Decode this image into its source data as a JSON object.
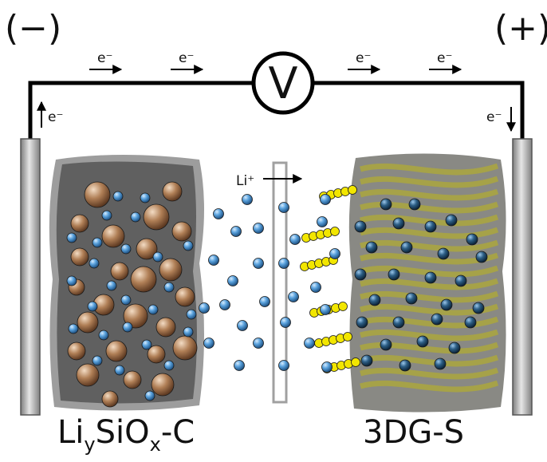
{
  "terminals": {
    "negative": "(−)",
    "positive": "(+)"
  },
  "voltmeter": {
    "label": "V"
  },
  "electron": {
    "label": "e⁻"
  },
  "separator": {
    "ion_label": "Li⁺"
  },
  "anode": {
    "label_main": "Li",
    "label_sub1": "y",
    "label_mid": "SiO",
    "label_sub2": "x",
    "label_end": "-C"
  },
  "cathode": {
    "label": "3DG-S"
  },
  "colors": {
    "wire": "#000000",
    "anode_body": "#5a5a5a",
    "cathode_body": "#6b6a4a",
    "sulfur": "#f2e600",
    "li_ion": "#3f86c4",
    "si_particle": "#9c6a45",
    "electrode_plate": "#b8b8b8"
  }
}
